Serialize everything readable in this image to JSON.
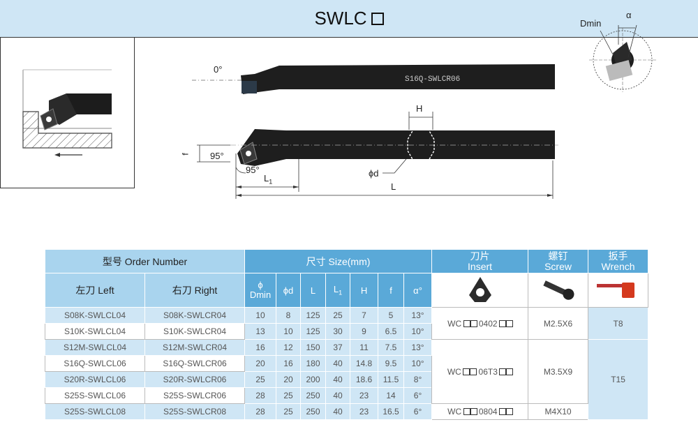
{
  "legend": {
    "title": "SWLC"
  },
  "drawing": {
    "tool_mark": "S16Q-SWLCR06",
    "angle_zero": "0°",
    "angle_95_a": "95°",
    "angle_95_b": "95°",
    "dim_f": "f",
    "dim_H": "H",
    "dim_phi_d": "ϕd",
    "dim_L1": "L",
    "dim_L1_sub": "1",
    "dim_L": "L",
    "detail_dmin": "Dmin",
    "detail_alpha": "α"
  },
  "table": {
    "header": {
      "order_number": "型号 Order Number",
      "size": "尺寸 Size(mm)",
      "insert": "刀片\nInsert",
      "insert_cn": "刀片",
      "insert_en": "Insert",
      "screw_cn": "螺钉",
      "screw_en": "Screw",
      "wrench_cn": "扳手",
      "wrench_en": "Wrench",
      "left": "左刀 Left",
      "right": "右刀 Right",
      "phi": "ϕ",
      "dmin": "Dmin",
      "phid": "ϕd",
      "L": "L",
      "L1": "L",
      "L1_sub": "1",
      "H": "H",
      "f": "f",
      "alpha": "α°"
    },
    "rows": [
      {
        "left": "S08K-SWLCL04",
        "right": "S08K-SWLCR04",
        "dmin": "10",
        "d": "8",
        "L": "125",
        "L1": "25",
        "H": "7",
        "f": "5",
        "a": "13°"
      },
      {
        "left": "S10K-SWLCL04",
        "right": "S10K-SWLCR04",
        "dmin": "13",
        "d": "10",
        "L": "125",
        "L1": "30",
        "H": "9",
        "f": "6.5",
        "a": "10°"
      },
      {
        "left": "S12M-SWLCL04",
        "right": "S12M-SWLCR04",
        "dmin": "16",
        "d": "12",
        "L": "150",
        "L1": "37",
        "H": "11",
        "f": "7.5",
        "a": "13°"
      },
      {
        "left": "S16Q-SWLCL06",
        "right": "S16Q-SWLCR06",
        "dmin": "20",
        "d": "16",
        "L": "180",
        "L1": "40",
        "H": "14.8",
        "f": "9.5",
        "a": "10°"
      },
      {
        "left": "S20R-SWLCL06",
        "right": "S20R-SWLCR06",
        "dmin": "25",
        "d": "20",
        "L": "200",
        "L1": "40",
        "H": "18.6",
        "f": "11.5",
        "a": "8°"
      },
      {
        "left": "S25S-SWLCL06",
        "right": "S25S-SWLCR06",
        "dmin": "28",
        "d": "25",
        "L": "250",
        "L1": "40",
        "H": "23",
        "f": "14",
        "a": "6°"
      },
      {
        "left": "S25S-SWLCL08",
        "right": "S25S-SWLCR08",
        "dmin": "28",
        "d": "25",
        "L": "250",
        "L1": "40",
        "H": "23",
        "f": "16.5",
        "a": "6°"
      }
    ],
    "insert_groups": [
      {
        "prefix": "WC",
        "code": "0402"
      },
      {
        "prefix": "WC",
        "code": "06T3"
      },
      {
        "prefix": "WC",
        "code": "0804"
      }
    ],
    "screws": [
      "M2.5X6",
      "M3.5X9",
      "M4X10"
    ],
    "wrenches": [
      "T8",
      "T15"
    ]
  }
}
